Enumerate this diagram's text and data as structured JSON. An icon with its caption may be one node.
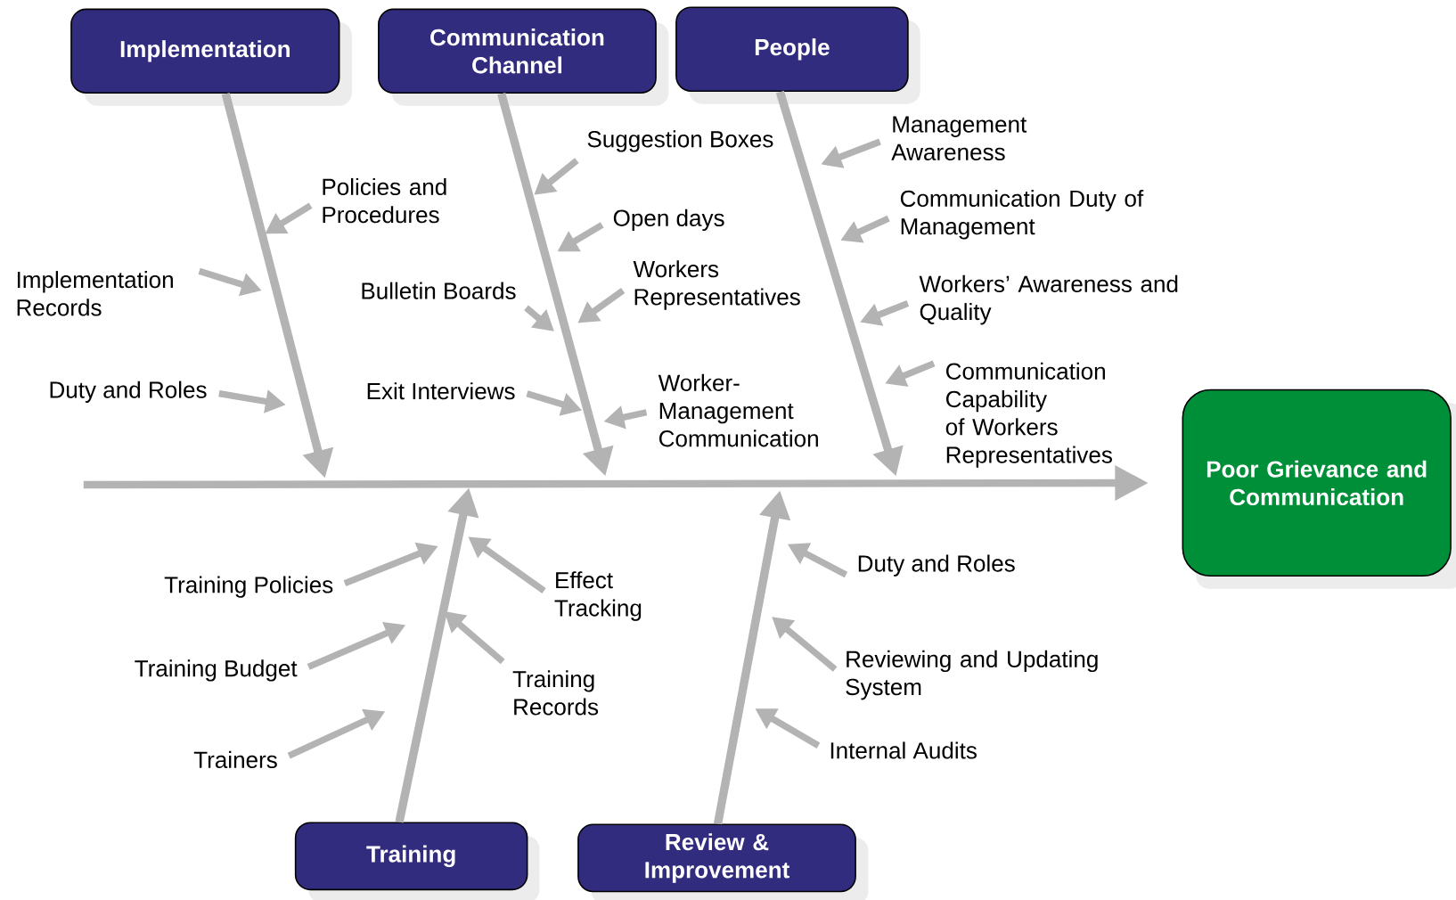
{
  "diagram": {
    "nodes": [
      {
        "text": [
          "Implementation"
        ]
      },
      {
        "text": [
          "Communication Channel"
        ]
      },
      {
        "text": [
          "People"
        ]
      },
      {
        "text": [
          "Policies and Procedures"
        ]
      },
      {
        "text": [
          "Implementation Records"
        ]
      },
      {
        "text": [
          "Duty and Roles"
        ]
      },
      {
        "text": [
          "Suggestion Boxes"
        ]
      },
      {
        "text": [
          "Open days"
        ]
      },
      {
        "text": [
          "Bulletin Boards"
        ]
      },
      {
        "text": [
          "Workers Representatives"
        ]
      },
      {
        "text": [
          "Exit Interviews"
        ]
      },
      {
        "text": [
          "Worker- Management Communication"
        ]
      },
      {
        "text": [
          "Management Awareness"
        ]
      },
      {
        "text": [
          "Communication Duty of Management"
        ]
      },
      {
        "text": [
          "Workers’ Awareness and Quality"
        ]
      },
      {
        "text": [
          "Communication Capability of Workers Representatives"
        ]
      },
      {
        "text": [
          "Poor Grievance and Communication"
        ]
      },
      {
        "text": [
          "Training Policies"
        ]
      },
      {
        "text": [
          "Training Budget"
        ]
      },
      {
        "text": [
          "Trainers"
        ]
      },
      {
        "text": [
          "Effect Tracking"
        ]
      },
      {
        "text": [
          "Training Records"
        ]
      },
      {
        "text": [
          "Duty and Roles"
        ]
      },
      {
        "text": [
          "Reviewing and Updating System"
        ]
      },
      {
        "text": [
          "Internal Audits"
        ]
      },
      {
        "text": [
          "Training"
        ]
      },
      {
        "text": [
          "Review & Improvement"
        ]
      }
    ],
    "edges": [
      {
        "from": 0,
        "to": null,
        "arrow": "to"
      },
      {
        "from": 1,
        "to": null,
        "arrow": "to"
      },
      {
        "from": 2,
        "to": null,
        "arrow": "to"
      },
      {
        "from": 25,
        "to": null,
        "arrow": "to"
      },
      {
        "from": 26,
        "to": null,
        "arrow": "to"
      },
      {
        "from": null,
        "to": 16,
        "arrow": "to"
      },
      {
        "from": 3,
        "to": null,
        "arrow": "to"
      },
      {
        "from": 4,
        "to": null,
        "arrow": "to"
      },
      {
        "from": 5,
        "to": null,
        "arrow": "to"
      },
      {
        "from": 6,
        "to": null,
        "arrow": "to"
      },
      {
        "from": 7,
        "to": null,
        "arrow": "to"
      },
      {
        "from": 8,
        "to": null,
        "arrow": "to"
      },
      {
        "from": 9,
        "to": null,
        "arrow": "to"
      },
      {
        "from": 10,
        "to": null,
        "arrow": "to"
      },
      {
        "from": 11,
        "to": null,
        "arrow": "to"
      },
      {
        "from": 12,
        "to": null,
        "arrow": "to"
      },
      {
        "from": 13,
        "to": null,
        "arrow": "to"
      },
      {
        "from": 14,
        "to": null,
        "arrow": "to"
      },
      {
        "from": 15,
        "to": null,
        "arrow": "to"
      },
      {
        "from": 17,
        "to": null,
        "arrow": "to"
      },
      {
        "from": 18,
        "to": null,
        "arrow": "to"
      },
      {
        "from": 19,
        "to": null,
        "arrow": "to"
      },
      {
        "from": 20,
        "to": null,
        "arrow": "to"
      },
      {
        "from": 21,
        "to": null,
        "arrow": "to"
      },
      {
        "from": 22,
        "to": null,
        "arrow": "to"
      },
      {
        "from": 23,
        "to": null,
        "arrow": "to"
      },
      {
        "from": 24,
        "to": null,
        "arrow": "to"
      }
    ]
  }
}
